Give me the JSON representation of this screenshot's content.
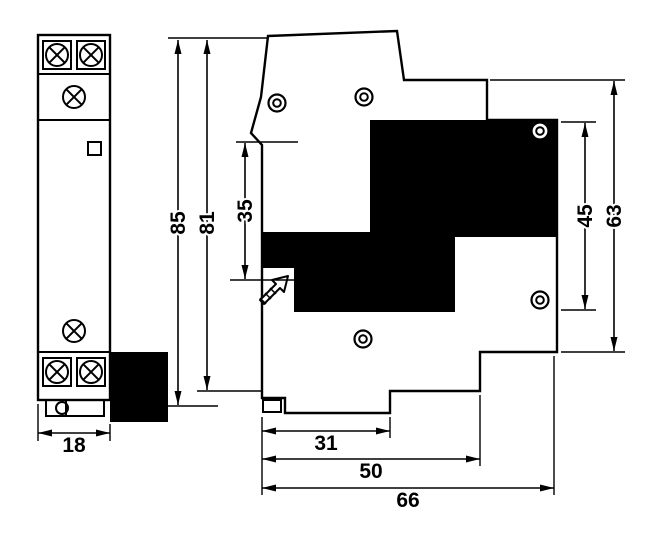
{
  "drawing": {
    "background": "#ffffff",
    "line_color": "#000000",
    "fill_color": "#000000",
    "dims": {
      "front_width": "18",
      "overall_height": "85",
      "body_height": "81",
      "top_offset": "35",
      "right_inner_span": "45",
      "right_outer_span": "63",
      "depth_step_1": "31",
      "depth_step_2": "50",
      "depth_overall": "66"
    }
  }
}
